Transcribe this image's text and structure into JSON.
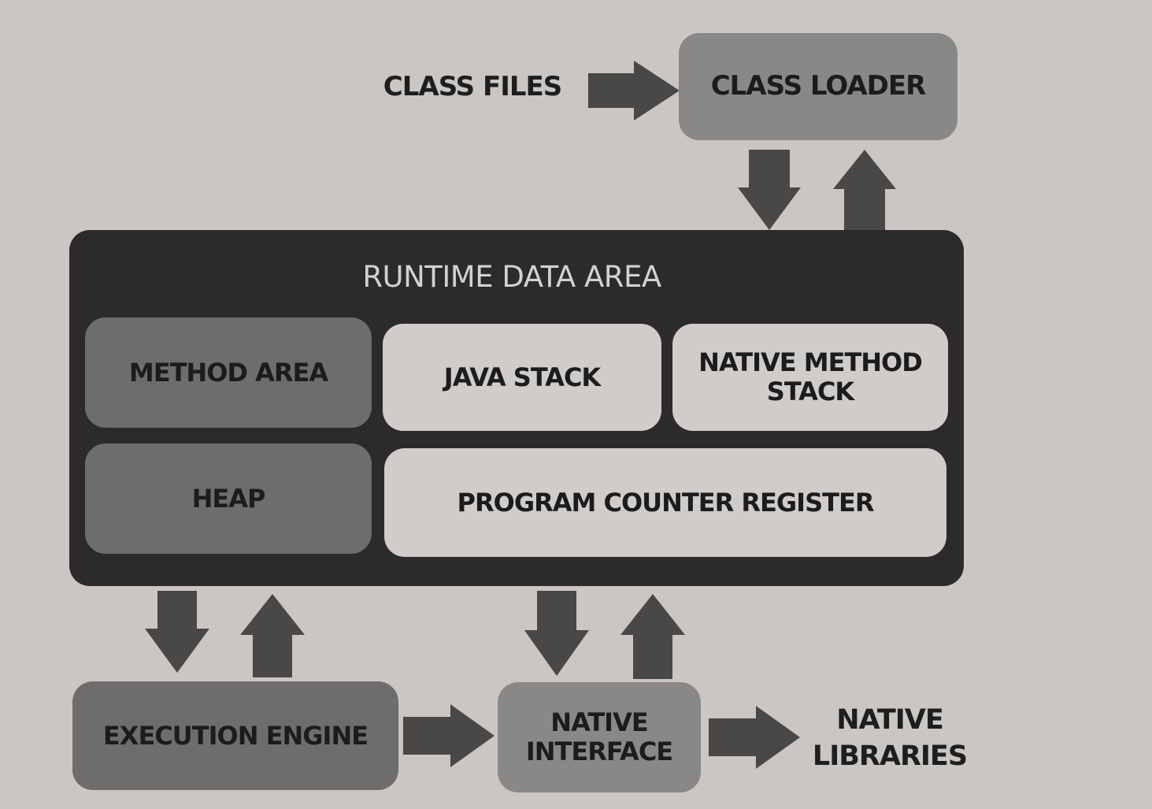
{
  "inputs": {
    "class_files": "CLASS FILES"
  },
  "class_loader": {
    "label": "CLASS LOADER"
  },
  "runtime_data_area": {
    "title": "RUNTIME DATA AREA",
    "method_area": "METHOD AREA",
    "java_stack": "JAVA STACK",
    "native_method_stack": "NATIVE METHOD STACK",
    "heap": "HEAP",
    "program_counter_register": "PROGRAM COUNTER REGISTER"
  },
  "execution_engine": {
    "label": "EXECUTION ENGINE"
  },
  "native_interface": {
    "label": "NATIVE INTERFACE"
  },
  "outputs": {
    "native_libraries": "NATIVE LIBRARIES"
  },
  "colors": {
    "background": "#c9c6c3",
    "panel": "#2c2a2b",
    "dark_box": "#6f6d6c",
    "light_box": "#cfccca",
    "loader_box": "#8a8887",
    "arrow": "#4a4847"
  }
}
